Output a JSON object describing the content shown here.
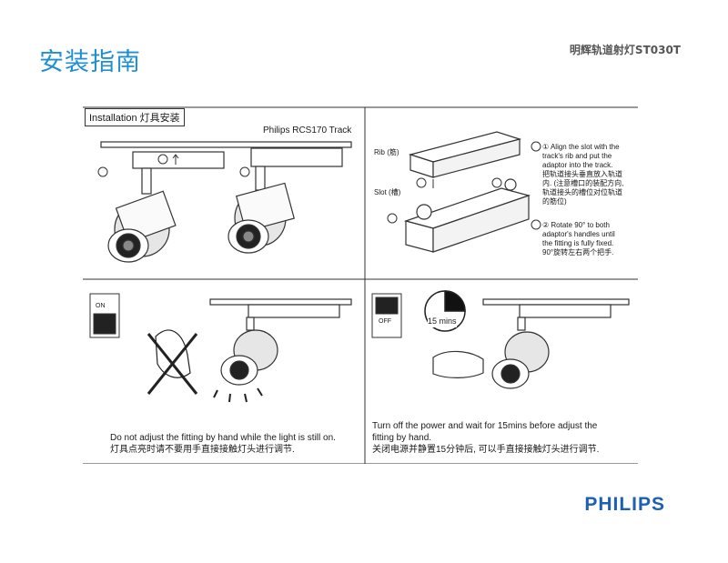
{
  "header": {
    "title": "安装指南",
    "product_code": "明辉轨道射灯ST030T"
  },
  "panel_top_left": {
    "badge": "Installation  灯具安装",
    "track_label": "Philips RCS170 Track"
  },
  "panel_top_right": {
    "rib_label": "Rib (筋)",
    "slot_label": "Slot (槽)",
    "step1_en": [
      "① Align the slot with the",
      "track's rib and put the",
      "adaptor into the track."
    ],
    "step1_zh": [
      "把轨道接头垂直放入轨道",
      "内. (注意槽口的装配方向,",
      "轨道接头的槽位对位轨道",
      "的筋位)"
    ],
    "step2_en": [
      "② Rotate 90° to both",
      "adaptor's handles until",
      "the fitting is fully fixed."
    ],
    "step2_zh": "90°旋转左右两个把手."
  },
  "panel_bottom_left": {
    "switch_label": "ON",
    "caption_en": "Do not adjust the fitting by hand while the light is still on.",
    "caption_zh": "灯具点亮时请不要用手直接接触灯头进行调节."
  },
  "panel_bottom_right": {
    "switch_label": "OFF",
    "timer_label": "15 mins",
    "caption_en": [
      "Turn off the power and wait for 15mins before adjust the",
      "fitting by hand."
    ],
    "caption_zh": "关闭电源并静置15分钟后, 可以手直接接触灯头进行调节."
  },
  "footer": {
    "brand": "PHILIPS"
  },
  "colors": {
    "title": "#1f8fd1",
    "brand": "#1d5fb5",
    "line": "#333333"
  }
}
